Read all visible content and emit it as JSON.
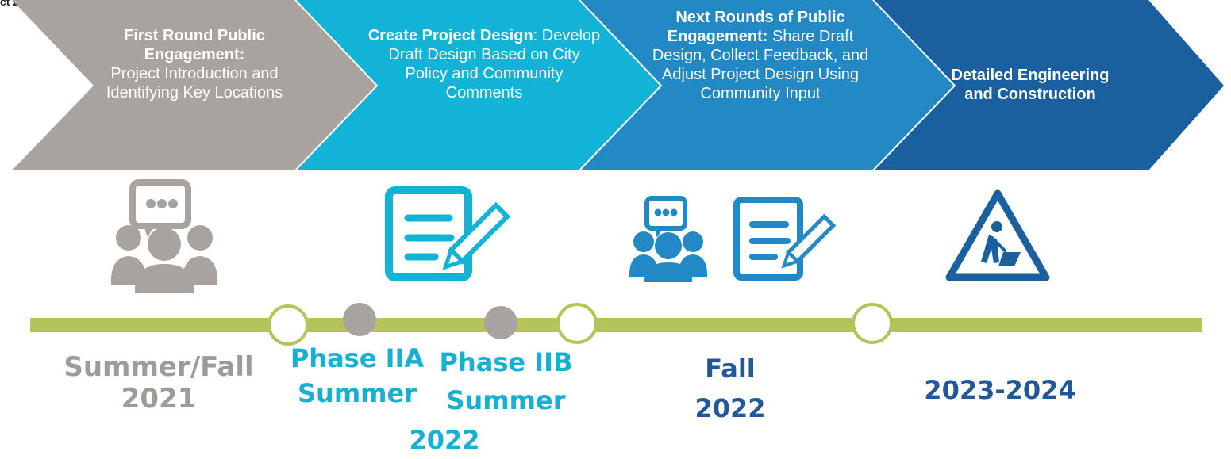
{
  "top_label": "ct 2:",
  "steps": [
    {
      "title": "First Round Public Engagement:",
      "body": "Project Introduction and  Identifying Key Locations",
      "color": "#a8a39f"
    },
    {
      "title": "Create Project Design",
      "body": ": Develop Draft Design Based on City Policy and Community Comments",
      "color": "#13b3d8"
    },
    {
      "title": "Next Rounds of Public Engagement:",
      "body": " Share Draft Design, Collect Feedback, and Adjust Project Design Using Community Input",
      "color": "#2389c4"
    },
    {
      "title": "Detailed Engineering and Construction",
      "body": "",
      "color": "#1a5f9e"
    }
  ],
  "dates": {
    "summer_fall": "Summer/Fall",
    "y2021": "2021",
    "phase_iia": "Phase IIA",
    "summer_a": "Summer",
    "phase_iib": "Phase IIB",
    "summer_b": "Summer",
    "y2022_a": "2022",
    "fall": "Fall",
    "y2022_b": "2022",
    "y2023_2024": "2023-2024"
  },
  "colors": {
    "timeline": "#b5c45a",
    "gray": "#a8a39f",
    "cyan": "#13b3d8",
    "blue": "#2389c4",
    "navy": "#1a5f9e",
    "gray_text": "#a09b97",
    "cyan_text": "#19afd4",
    "navy_text": "#21589a"
  },
  "icons": [
    "chat-people-icon",
    "document-pen-icon",
    "chat-people-icon",
    "document-pen-icon",
    "construction-sign-icon"
  ],
  "timeline_markers": [
    "hollow",
    "filled",
    "filled",
    "hollow",
    "hollow"
  ]
}
